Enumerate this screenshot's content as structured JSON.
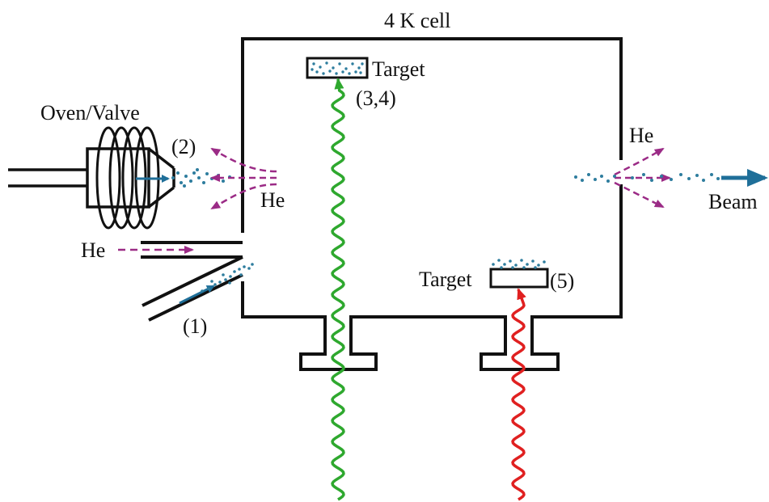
{
  "labels": {
    "cell": "4 K cell",
    "oven_valve": "Oven/Valve",
    "route_2": "(2)",
    "route_1": "(1)",
    "route_34": "(3,4)",
    "route_5": "(5)",
    "he_inlet": "He",
    "he_cell_left": "He",
    "he_aperture": "He",
    "target_top": "Target",
    "target_bottom": "Target",
    "beam": "Beam"
  },
  "colors": {
    "line": "#111111",
    "blue_arrow": "#1f6f99",
    "dots": "#2e7d9e",
    "helium": "#9b2b86",
    "green_laser": "#2ea82e",
    "red_laser": "#e02020"
  },
  "icons": {
    "oven_coil": "coil-icon",
    "laser_green": "wavy-arrow-icon",
    "laser_red": "wavy-arrow-icon"
  }
}
